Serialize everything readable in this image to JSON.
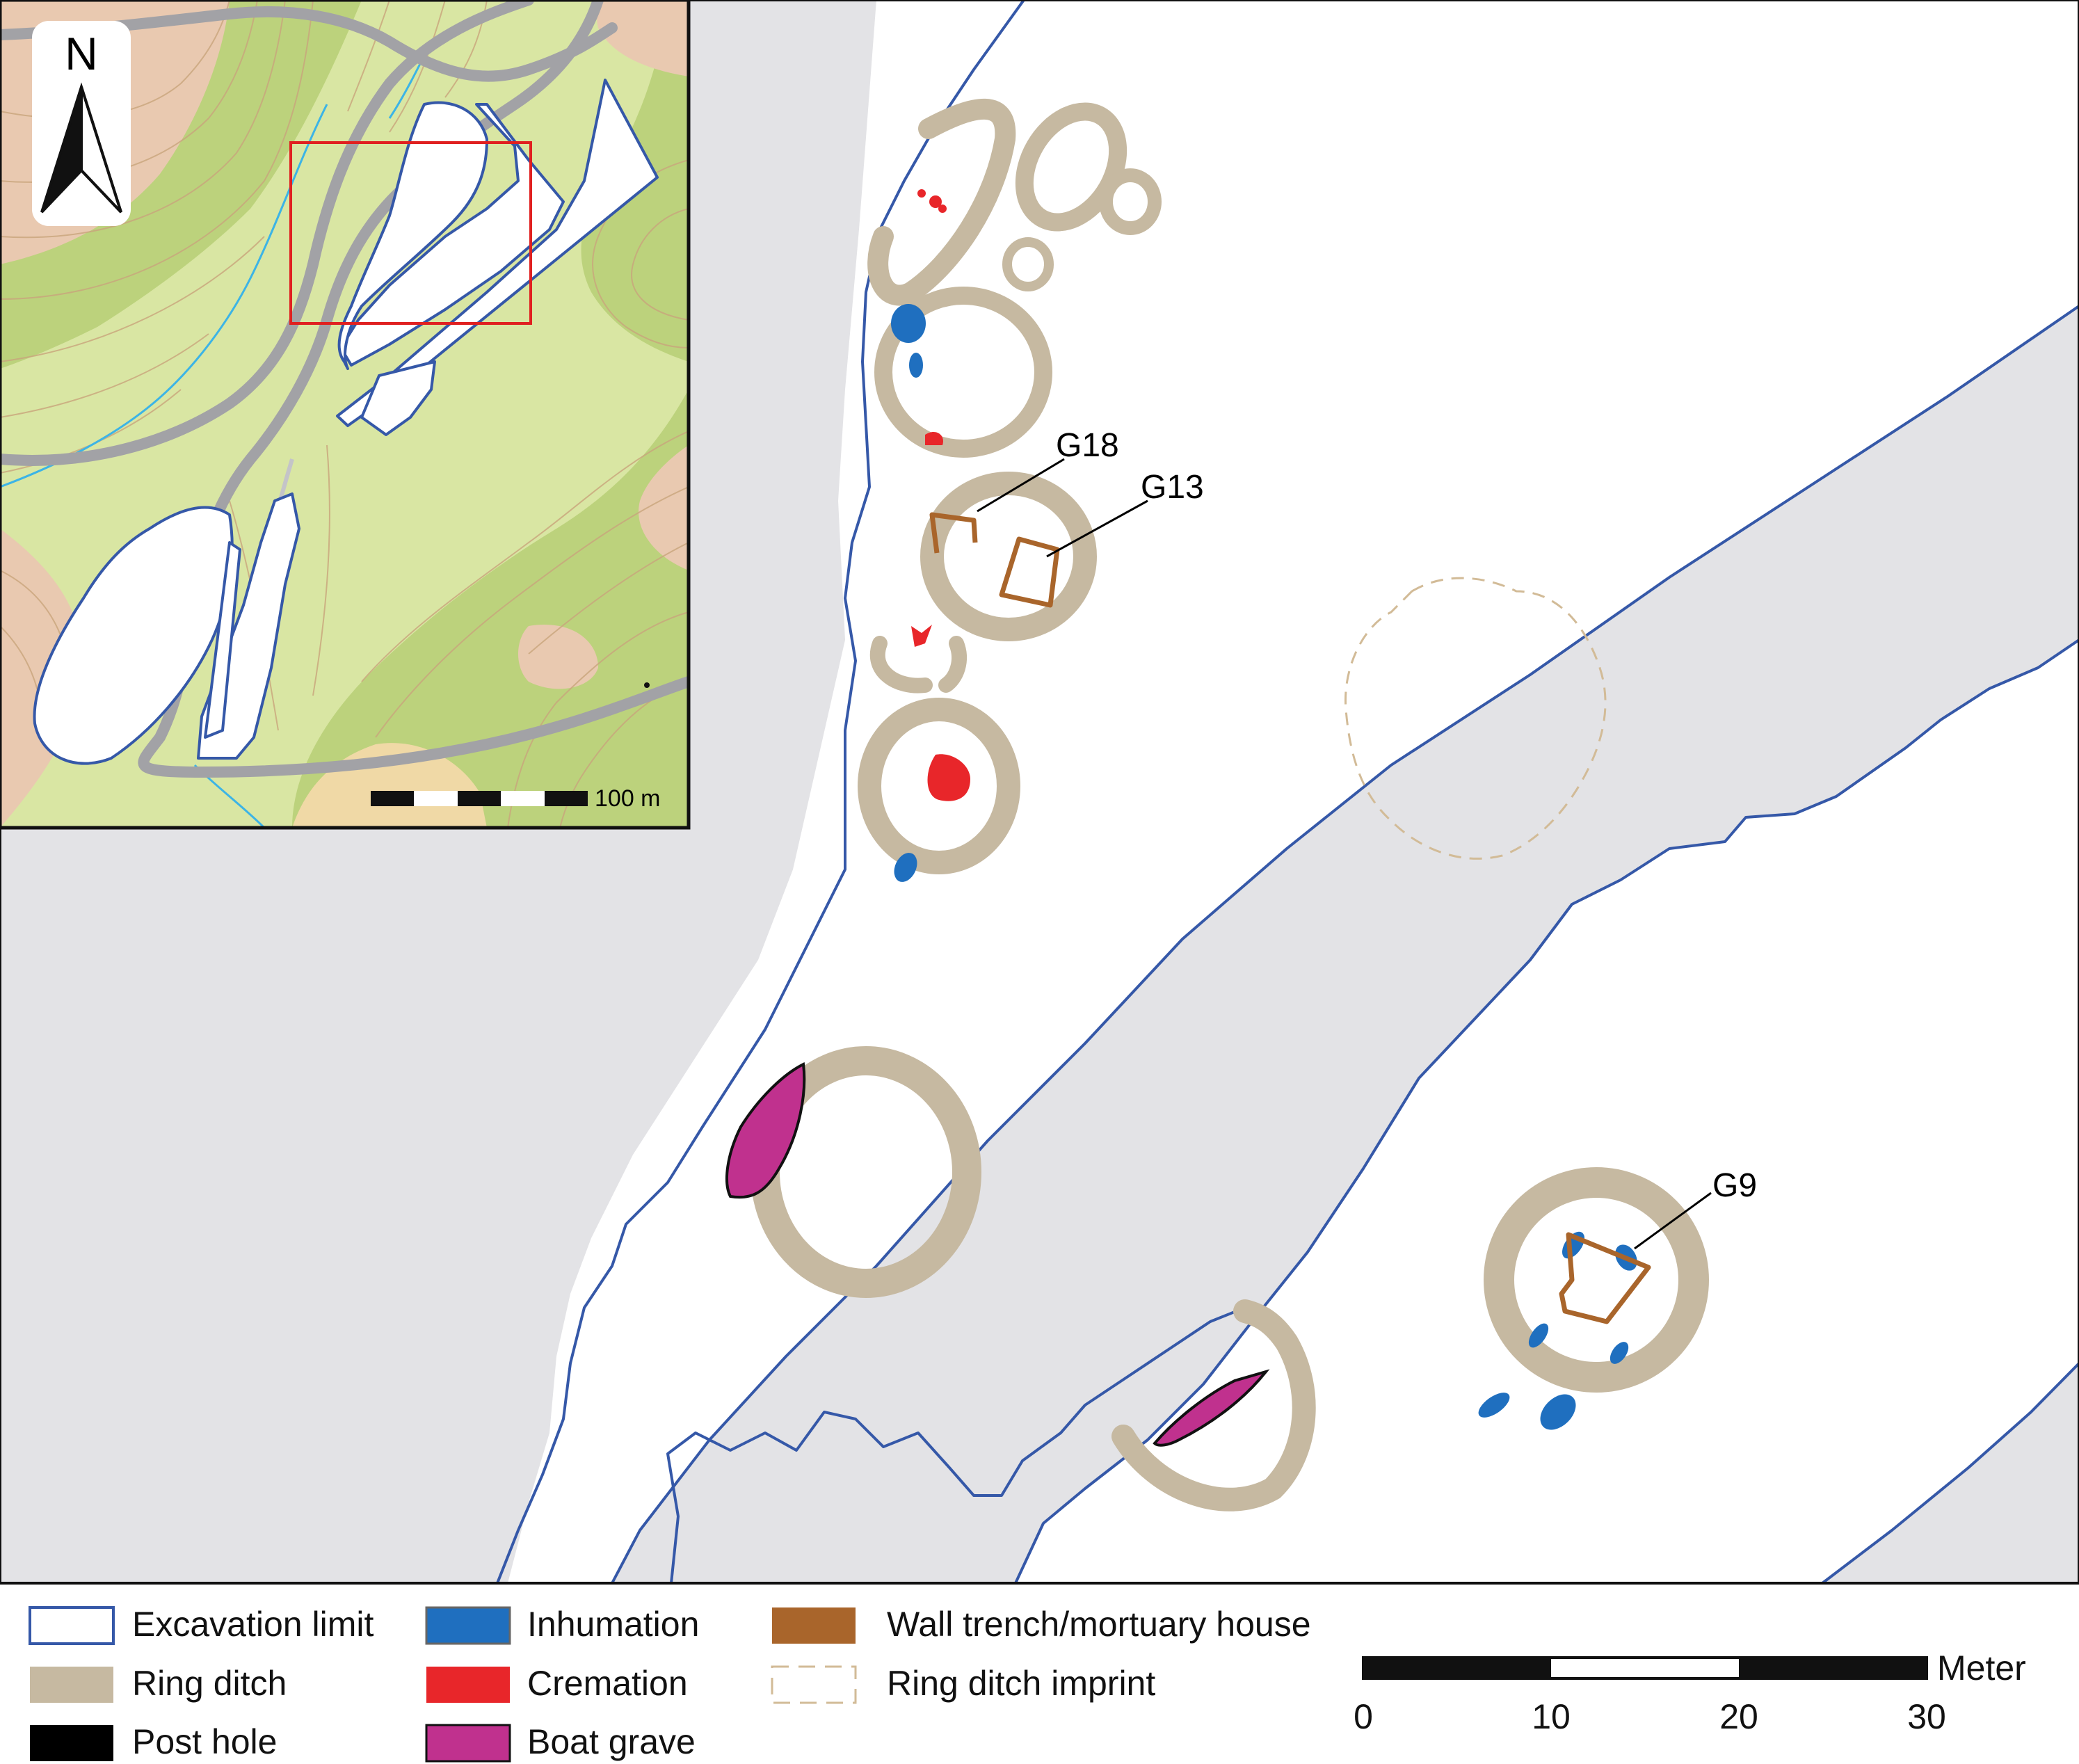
{
  "colors": {
    "excavation_limit": "#3558a8",
    "outside_area": "#e3e3e6",
    "ring_ditch": "#c6b9a1",
    "inhumation": "#1f6fbf",
    "cremation": "#e8262a",
    "boat_grave": "#c0318e",
    "wall_trench": "#a9652b",
    "ring_ditch_imprint": "#d2bb97",
    "post_hole": "#000000",
    "inset_frame": "#e02020"
  },
  "grave_labels": {
    "g18": "G18",
    "g13": "G13",
    "g9": "G9"
  },
  "inset": {
    "north_label": "N",
    "north_icon": "north-arrow-icon",
    "scale_label": "100 m"
  },
  "legend": {
    "excavation_limit": "Excavation limit",
    "ring_ditch": "Ring ditch",
    "post_hole": "Post hole",
    "inhumation": "Inhumation",
    "cremation": "Cremation",
    "boat_grave": "Boat grave",
    "wall_trench": "Wall trench/mortuary house",
    "ring_ditch_imprint": "Ring ditch imprint"
  },
  "scale_bar": {
    "unit": "Meter",
    "ticks": [
      "0",
      "10",
      "20",
      "30"
    ]
  }
}
